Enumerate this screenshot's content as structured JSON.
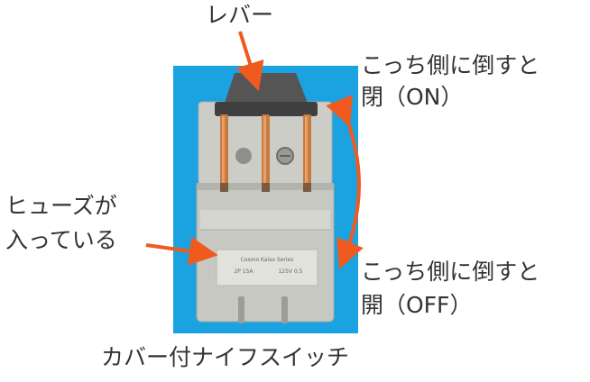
{
  "labels": {
    "lever": "レバー",
    "close_line1": "こっち側に倒すと",
    "close_line2": "閉（ON）",
    "fuse_line1": "ヒューズが",
    "fuse_line2": "入っている",
    "open_line1": "こっち側に倒すと",
    "open_line2": "開（OFF）",
    "caption": "カバー付ナイフスイッチ"
  },
  "photo": {
    "subject": "カバー付ナイフスイッチ",
    "plate_text_brand": "Cosmo Kaiso Series",
    "plate_text_model": "2P 15A",
    "plate_text_sub": "125V 0.5"
  },
  "colors": {
    "background_blue": "#1aa3e0",
    "arrow_orange": "#f05a1e",
    "text": "#333333",
    "cover_grey": "#c9c9c4",
    "lever_dark": "#555555",
    "copper": "#c97a3f"
  }
}
